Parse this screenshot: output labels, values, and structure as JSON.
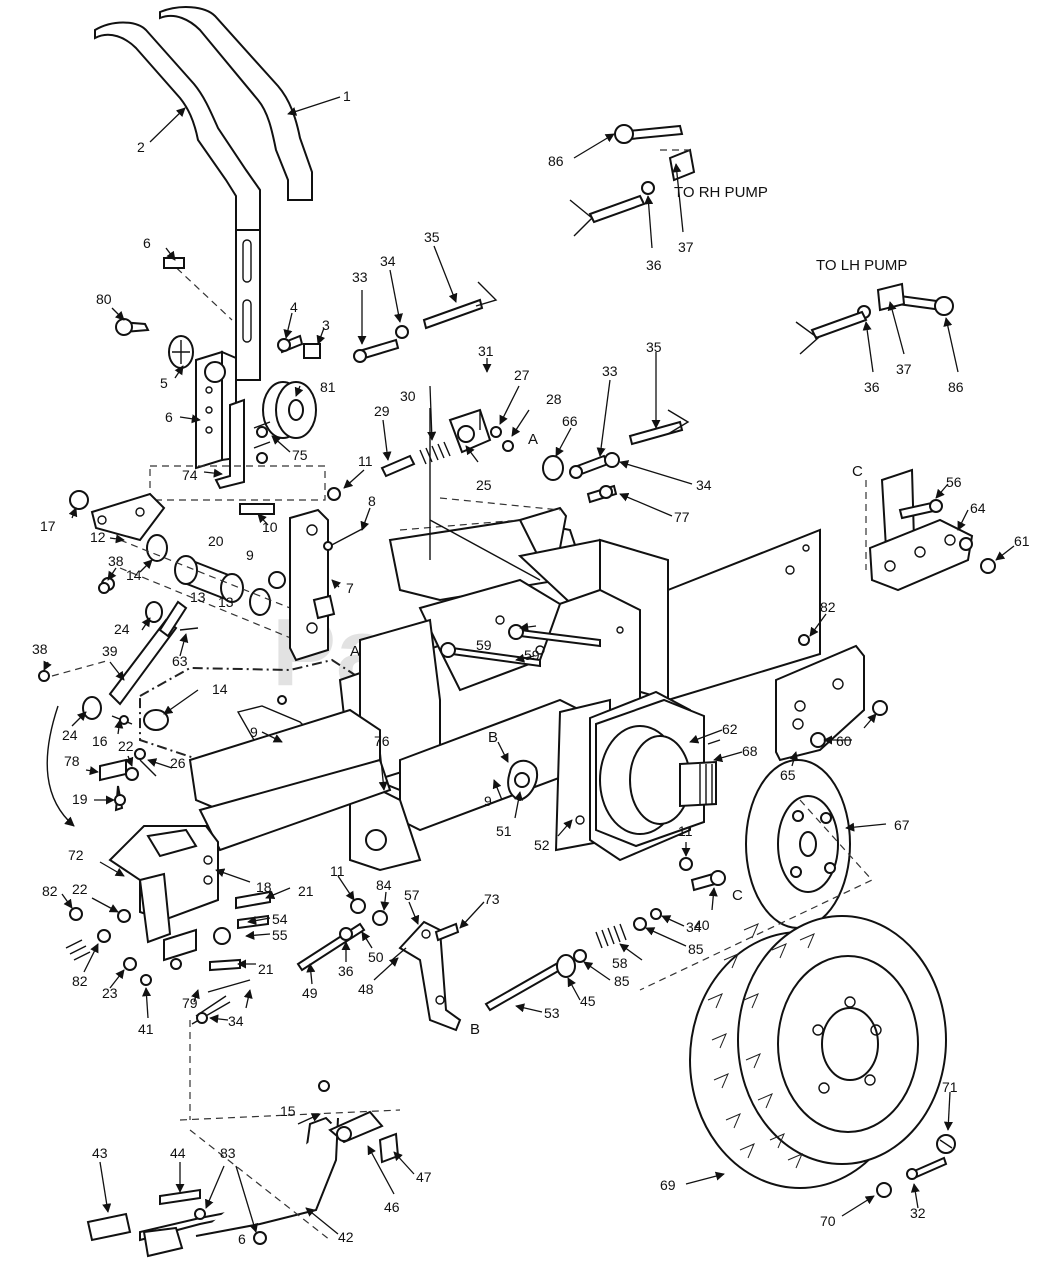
{
  "watermark": "PartsTree",
  "watermark_tm": "™",
  "notes": {
    "to_rh_pump": "TO RH PUMP",
    "to_lh_pump": "TO LH PUMP"
  },
  "reference_letters": [
    "A",
    "A",
    "B",
    "B",
    "C",
    "C"
  ],
  "callouts": [
    "1",
    "2",
    "3",
    "4",
    "5",
    "6",
    "6",
    "6",
    "7",
    "8",
    "9",
    "9",
    "9",
    "10",
    "11",
    "11",
    "11",
    "12",
    "13",
    "13",
    "14",
    "14",
    "15",
    "16",
    "17",
    "18",
    "19",
    "20",
    "21",
    "21",
    "22",
    "22",
    "23",
    "24",
    "24",
    "25",
    "26",
    "27",
    "28",
    "29",
    "30",
    "31",
    "32",
    "33",
    "33",
    "34",
    "34",
    "34",
    "34",
    "35",
    "35",
    "36",
    "36",
    "36",
    "37",
    "37",
    "38",
    "38",
    "39",
    "40",
    "41",
    "42",
    "43",
    "44",
    "45",
    "46",
    "47",
    "48",
    "49",
    "50",
    "51",
    "52",
    "53",
    "54",
    "55",
    "56",
    "57",
    "58",
    "59",
    "59",
    "60",
    "61",
    "62",
    "63",
    "64",
    "65",
    "66",
    "67",
    "68",
    "69",
    "70",
    "71",
    "72",
    "73",
    "74",
    "75",
    "76",
    "77",
    "78",
    "79",
    "80",
    "81",
    "82",
    "82",
    "82",
    "83",
    "84",
    "85",
    "85",
    "86",
    "86"
  ]
}
